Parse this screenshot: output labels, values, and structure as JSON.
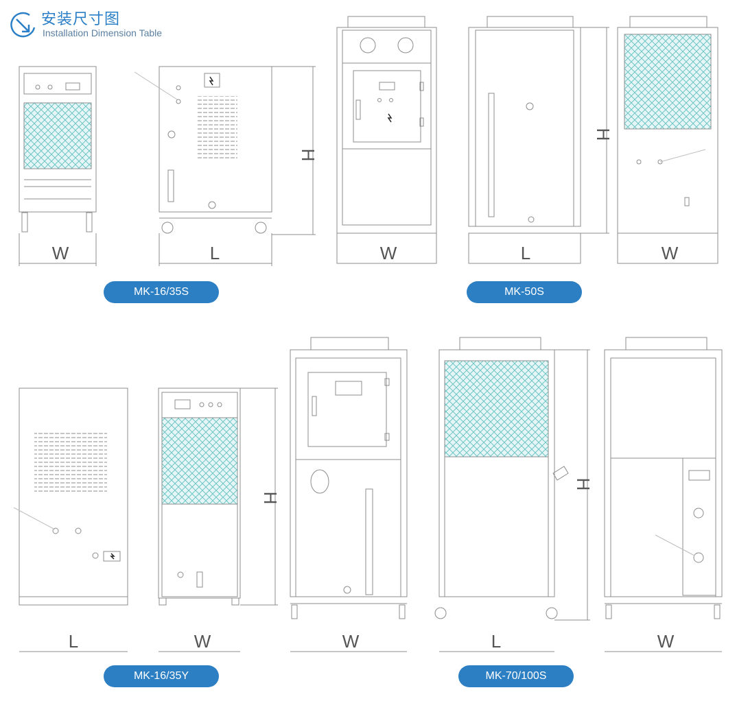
{
  "header": {
    "title_cn": "安装尺寸图",
    "title_en": "Installation Dimension Table"
  },
  "models": [
    {
      "label": "MK-16/35S"
    },
    {
      "label": "MK-50S"
    },
    {
      "label": "MK-16/35Y"
    },
    {
      "label": "MK-70/100S"
    }
  ],
  "dimensions": {
    "width": "W",
    "length": "L",
    "height": "H"
  },
  "colors": {
    "accent": "#2d7fc4",
    "grille": "#7fcfcf",
    "line": "#8c8c8c"
  }
}
